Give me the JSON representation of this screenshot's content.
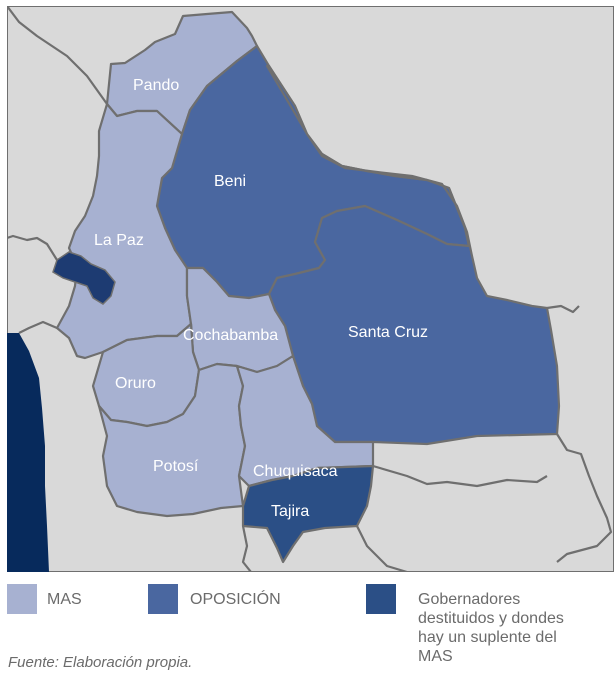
{
  "colors": {
    "mas": "#a7b1d1",
    "oposicion": "#4a67a0",
    "destituidos": "#2b4f86",
    "sea": "#072a5c",
    "lake": "#1d3b72",
    "background": "#d9d9d9",
    "border": "#6f6f6f"
  },
  "regions": [
    {
      "name": "Pando",
      "group": "mas"
    },
    {
      "name": "Beni",
      "group": "oposicion"
    },
    {
      "name": "La Paz",
      "group": "mas"
    },
    {
      "name": "Santa Cruz",
      "group": "oposicion"
    },
    {
      "name": "Cochabamba",
      "group": "mas"
    },
    {
      "name": "Oruro",
      "group": "mas"
    },
    {
      "name": "Potosí",
      "group": "mas"
    },
    {
      "name": "Chuquisaca",
      "group": "mas"
    },
    {
      "name": "Tajira",
      "group": "destituidos"
    }
  ],
  "legend": {
    "mas": "MAS",
    "oposicion": "OPOSICIÓN",
    "destituidos_line1": "Gobernadores",
    "destituidos_line2": "destituidos y dondes",
    "destituidos_line3": "hay un suplente del",
    "destituidos_line4": "MAS"
  },
  "source": "Fuente: Elaboración propia."
}
